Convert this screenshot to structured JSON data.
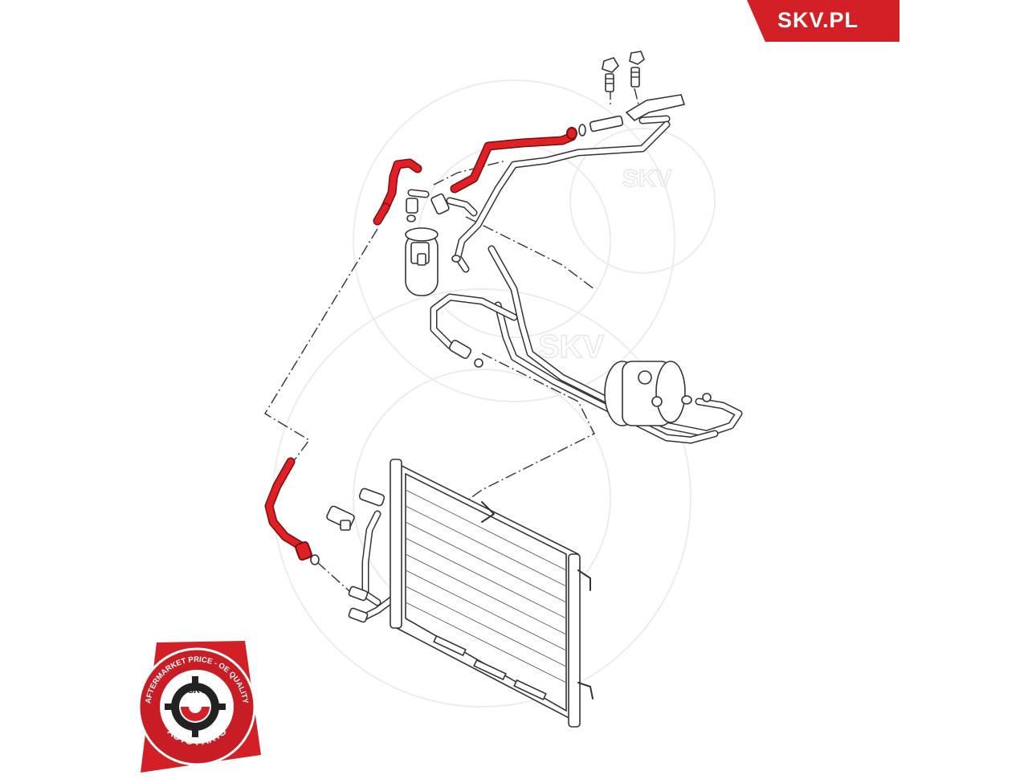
{
  "brand": {
    "header_logo": "SKV.PL",
    "watermark": "SKV",
    "color_red": "#d31f26",
    "color_hose": "#e02025"
  },
  "badge": {
    "center_text": "SKV",
    "ring_top_text": "AFTERMARKET PRICE - OE QUALITY",
    "ring_bottom_text": "AUTO PARTS"
  },
  "diagram": {
    "highlighted_part": "ac-hose",
    "components": [
      "receiver-drier",
      "compressor",
      "condenser",
      "pressure-switch",
      "expansion-valve-fittings"
    ]
  }
}
